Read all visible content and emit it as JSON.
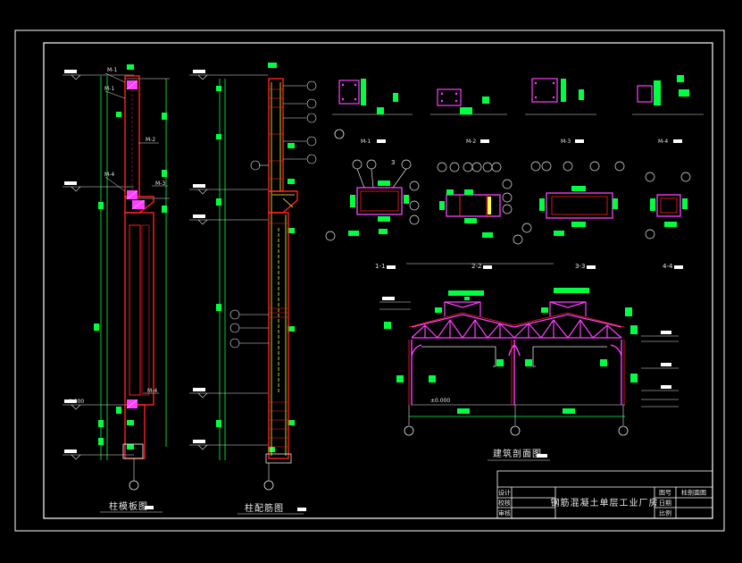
{
  "drawing": {
    "view_titles": {
      "column_template": "柱模板图",
      "column_reinforcement": "柱配筋图",
      "building_section": "建筑剖面图"
    },
    "column_labels": {
      "m1": "M-1",
      "m2": "M-2",
      "m3": "M-3",
      "m4": "M-4"
    },
    "embedded_parts": [
      "M-1",
      "M-2",
      "M-3",
      "M-4"
    ],
    "cross_sections": [
      "1-1",
      "2-2",
      "3-3",
      "4-4"
    ],
    "section_mark": "3",
    "ground_elevation": "±0.000",
    "title_block": {
      "project": "钢筋混凝土单层工业厂房",
      "drawing_name": "柱剖面图",
      "left_rows": [
        "设计",
        "校核",
        "审核"
      ],
      "right_rows": [
        "图号",
        "日期",
        "比例"
      ]
    }
  },
  "colors": {
    "background": "#000000",
    "frame": "#ffffff",
    "concrete": "#ff2020",
    "rebar": "#ffff40",
    "truss": "#ff40ff",
    "dimension": "#00ff40",
    "text": "#e8e8e8"
  }
}
